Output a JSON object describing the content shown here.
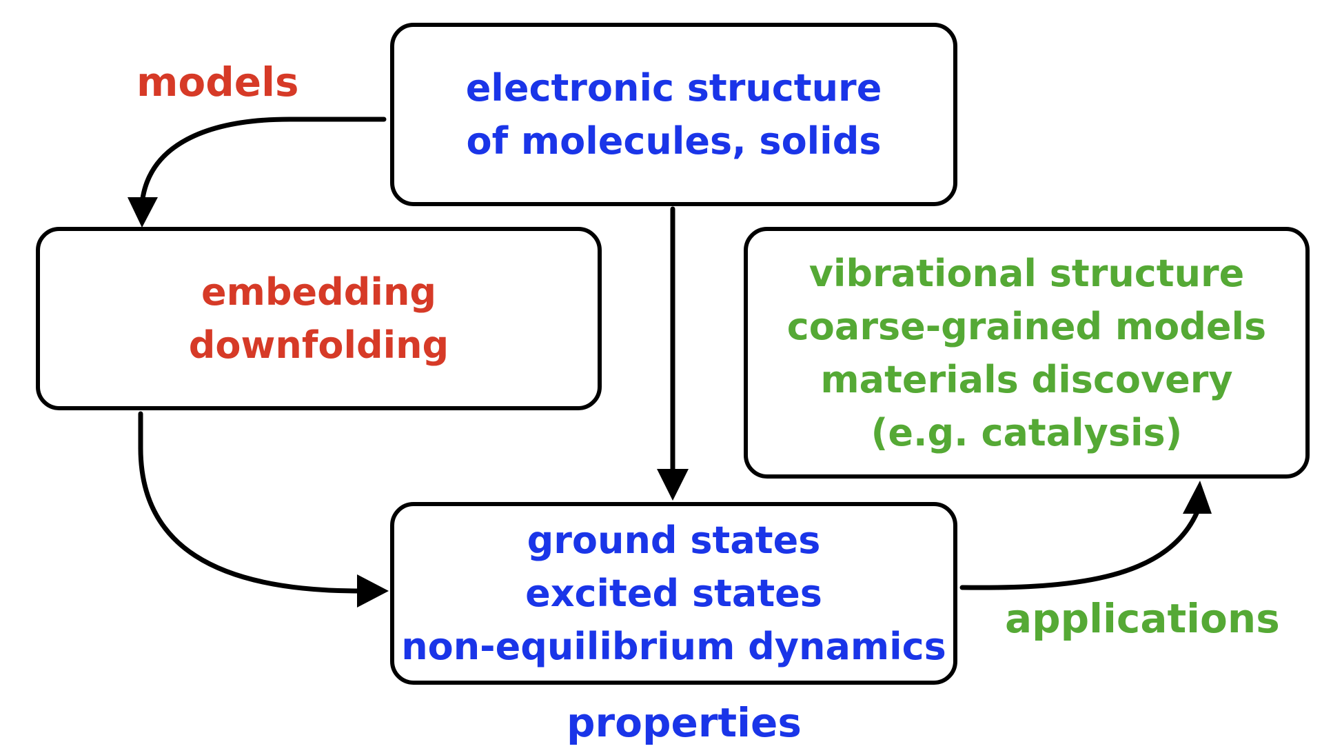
{
  "colors": {
    "blue": "#1a35e8",
    "red": "#d63a27",
    "green": "#55a935",
    "stroke": "#000000"
  },
  "boxes": {
    "electronic_structure": {
      "lines": [
        "electronic structure",
        "of molecules, solids"
      ]
    },
    "embedding": {
      "lines": [
        "embedding",
        "downfolding"
      ]
    },
    "applications": {
      "lines": [
        "vibrational structure",
        "coarse-grained models",
        "materials discovery",
        "(e.g. catalysis)"
      ]
    },
    "properties": {
      "lines": [
        "ground states",
        "excited states",
        "non-equilibrium dynamics"
      ]
    }
  },
  "labels": {
    "models": "models",
    "properties": "properties",
    "applications": "applications"
  },
  "edges": [
    {
      "from": "electronic_structure",
      "to": "embedding"
    },
    {
      "from": "electronic_structure",
      "to": "properties"
    },
    {
      "from": "embedding",
      "to": "properties"
    },
    {
      "from": "properties",
      "to": "applications"
    }
  ]
}
